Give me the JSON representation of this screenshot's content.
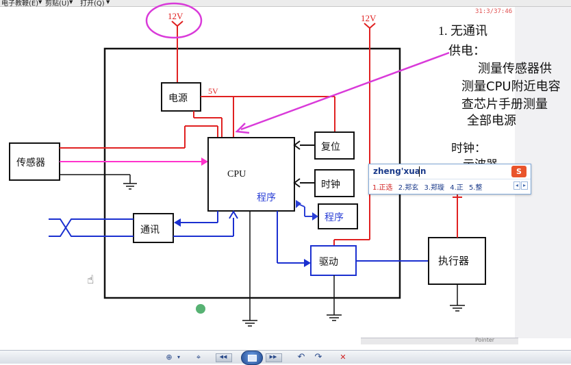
{
  "menubar": {
    "items": [
      "电子教鞭(E)",
      "剪贴(U)",
      "打开(Q)"
    ],
    "arrow": "▼"
  },
  "screen_time": "31:3/37:46",
  "diagram": {
    "supply_left": "12V",
    "supply_right": "12V",
    "rail_5v": "5V",
    "blocks": {
      "power": "电源",
      "cpu": "CPU",
      "program_inside": "程序",
      "reset": "复位",
      "clock": "时钟",
      "program_ext": "程序",
      "sensor": "传感器",
      "comm": "通讯",
      "driver": "驱动",
      "actuator": "执行器"
    }
  },
  "notes": {
    "line1": "1. 无通讯",
    "line2": "供电：",
    "line3": "测量传感器供",
    "line4": "测量CPU附近电容",
    "line5": "查芯片手册测量",
    "line6": "全部电源",
    "line7": "时钟：",
    "line8": "示波器"
  },
  "ime": {
    "input": "zheng'xuan",
    "logo": "S",
    "candidates": [
      "1.正选",
      "2.郑玄",
      "3.郑璇",
      "4.正",
      "5.整"
    ],
    "pager": [
      "◂",
      "▸"
    ]
  },
  "taskbar_peek": "Pointer",
  "toolbar": {
    "zoom": "⊕",
    "zoom_arrow": "▾",
    "target": "⌖",
    "prev": "◀◀",
    "next": "▶▶",
    "undo": "↶",
    "redo": "↷",
    "close": "✕"
  },
  "colors": {
    "power_line": "#e02020",
    "signal_line": "#ff33cc",
    "bus_line": "#1a2fd0",
    "annotation": "#d93ad9",
    "ink": "#111111"
  }
}
